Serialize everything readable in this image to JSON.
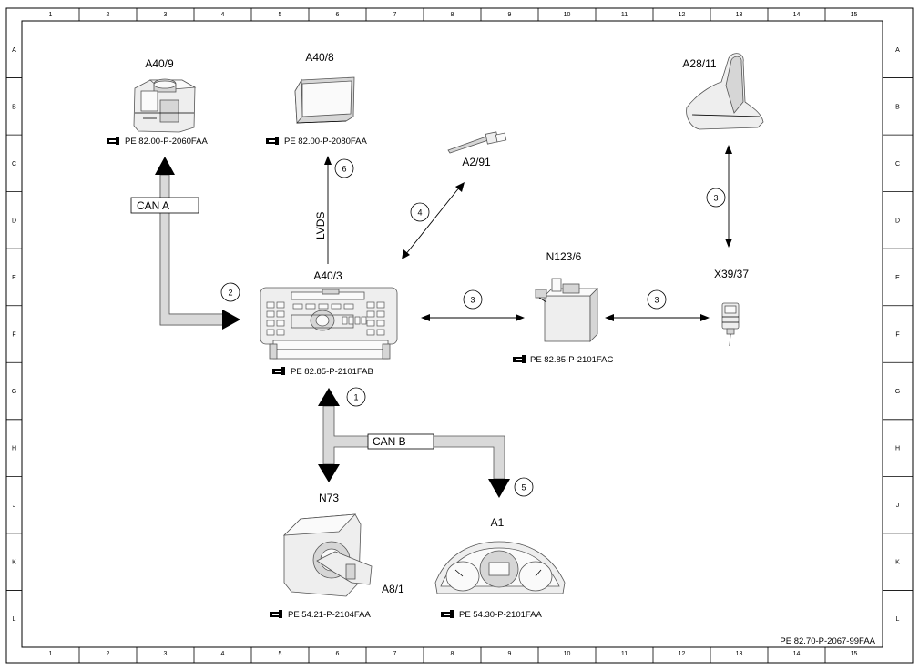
{
  "grid": {
    "columns": [
      "1",
      "2",
      "3",
      "4",
      "5",
      "6",
      "7",
      "8",
      "9",
      "10",
      "11",
      "12",
      "13",
      "14",
      "15"
    ],
    "rows": [
      "A",
      "B",
      "C",
      "D",
      "E",
      "F",
      "G",
      "H",
      "J",
      "K",
      "L"
    ]
  },
  "components": {
    "a40_9": {
      "code": "A40/9",
      "ref": "PE 82.00-P-2060FAA"
    },
    "a40_8": {
      "code": "A40/8",
      "ref": "PE 82.00-P-2080FAA"
    },
    "a28_11": {
      "code": "A28/11"
    },
    "a2_91": {
      "code": "A2/91"
    },
    "a40_3": {
      "code": "A40/3",
      "ref": "PE 82.85-P-2101FAB"
    },
    "n123_6": {
      "code": "N123/6",
      "ref": "PE 82.85-P-2101FAC"
    },
    "x39_37": {
      "code": "X39/37"
    },
    "n73": {
      "code": "N73"
    },
    "a8_1": {
      "code": "A8/1",
      "ref": "PE 54.21-P-2104FAA"
    },
    "a1": {
      "code": "A1",
      "ref": "PE 54.30-P-2101FAA"
    }
  },
  "buses": {
    "can_a": "CAN A",
    "can_b": "CAN B",
    "lvds": "LVDS"
  },
  "connection_numbers": {
    "c1": "1",
    "c2": "2",
    "c3_a": "3",
    "c3_b": "3",
    "c3_c": "3",
    "c4": "4",
    "c5": "5",
    "c6": "6"
  },
  "document_id": "PE 82.70-P-2067-99FAA"
}
